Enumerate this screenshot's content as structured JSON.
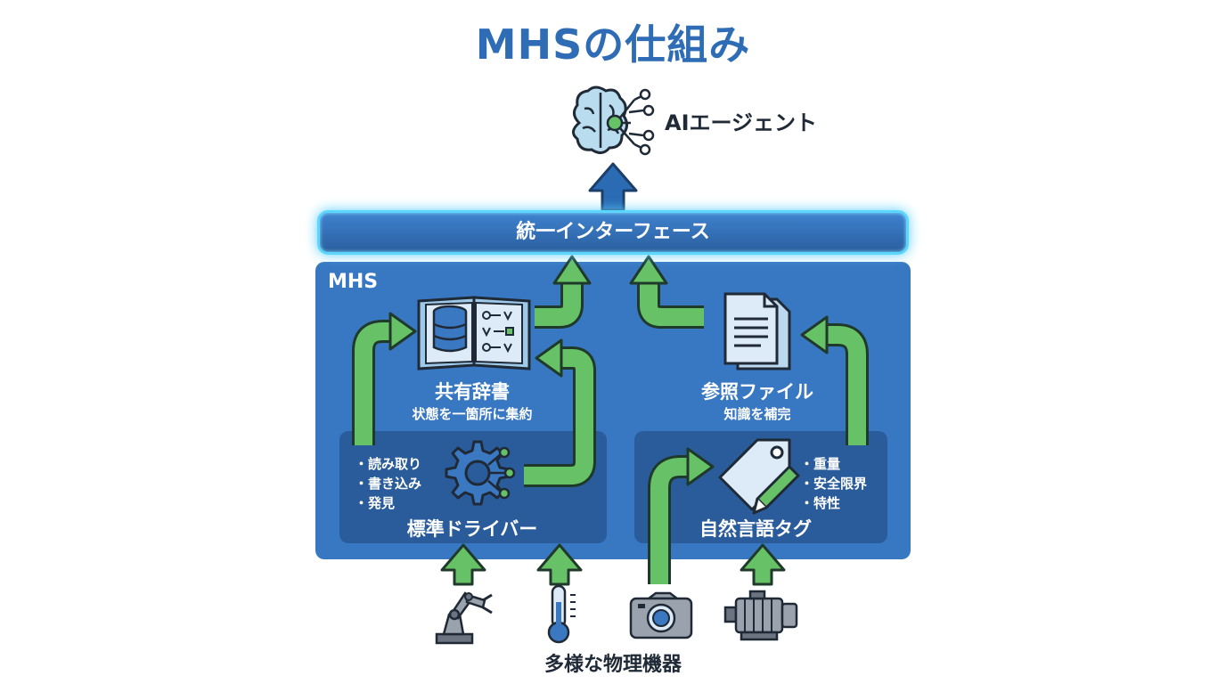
{
  "title": "MHSの仕組み",
  "agent": {
    "label": "AIエージェント",
    "icon": "brain-network-icon"
  },
  "interface": {
    "label": "統一インターフェース"
  },
  "mhs": {
    "label": "MHS",
    "shared_dictionary": {
      "title": "共有辞書",
      "subtitle": "状態を一箇所に集約",
      "icon": "database-book-icon"
    },
    "reference_files": {
      "title": "参照ファイル",
      "subtitle": "知識を補完",
      "icon": "document-icon"
    },
    "standard_driver": {
      "title": "標準ドライバー",
      "bullets": [
        "読み取り",
        "書き込み",
        "発見"
      ],
      "icon": "gear-network-icon"
    },
    "natural_language_tag": {
      "title": "自然言語タグ",
      "bullets": [
        "重量",
        "安全限界",
        "特性"
      ],
      "icon": "tag-pencil-icon"
    }
  },
  "devices": {
    "label": "多様な物理機器",
    "items": [
      "robot-arm-icon",
      "thermometer-icon",
      "camera-icon",
      "motor-icon"
    ]
  },
  "colors": {
    "title": "#2e6db5",
    "panel": "#3877c2",
    "subpanel": "#2a5c9c",
    "arrow_green": "#67c167",
    "arrow_blue": "#2a6bb3",
    "glow": "#5bd6ff"
  }
}
